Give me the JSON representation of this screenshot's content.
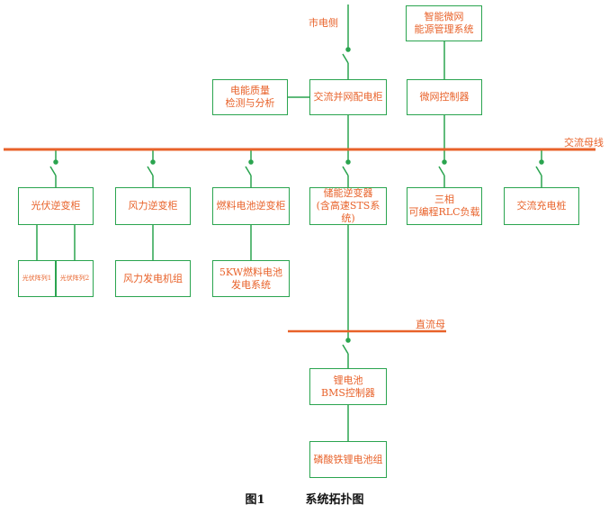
{
  "diagram": {
    "grid_label": "市电侧",
    "ac_bus_label": "交流母线",
    "dc_bus_label": "直流母",
    "colors": {
      "line": "#2aa44f",
      "bus": "#e8622a",
      "text": "#e8622a"
    },
    "boxes": {
      "ems": "智能微网\n能源管理系统",
      "power_quality": "电能质量\n检测与分析",
      "grid_cabinet": "交流并网配电柜",
      "microgrid_controller": "微网控制器",
      "pv_inverter": "光伏逆变柜",
      "wind_inverter": "风力逆变柜",
      "fuel_cell_inverter": "燃料电池逆变柜",
      "storage_inverter": "储能逆变器\n(含高速STS系统)",
      "rlc_load": "三相\n可编程RLC负载",
      "ac_charger": "交流充电桩",
      "pv_array_1": "光伏阵列1",
      "pv_array_2": "光伏阵列2",
      "wind_generator": "风力发电机组",
      "fuel_cell_system": "5KW燃料电池\n发电系统",
      "bms": "锂电池\nBMS控制器",
      "lfp_battery": "磷酸铁锂电池组"
    }
  },
  "caption": {
    "figure": "图1",
    "title": "系统拓扑图"
  }
}
